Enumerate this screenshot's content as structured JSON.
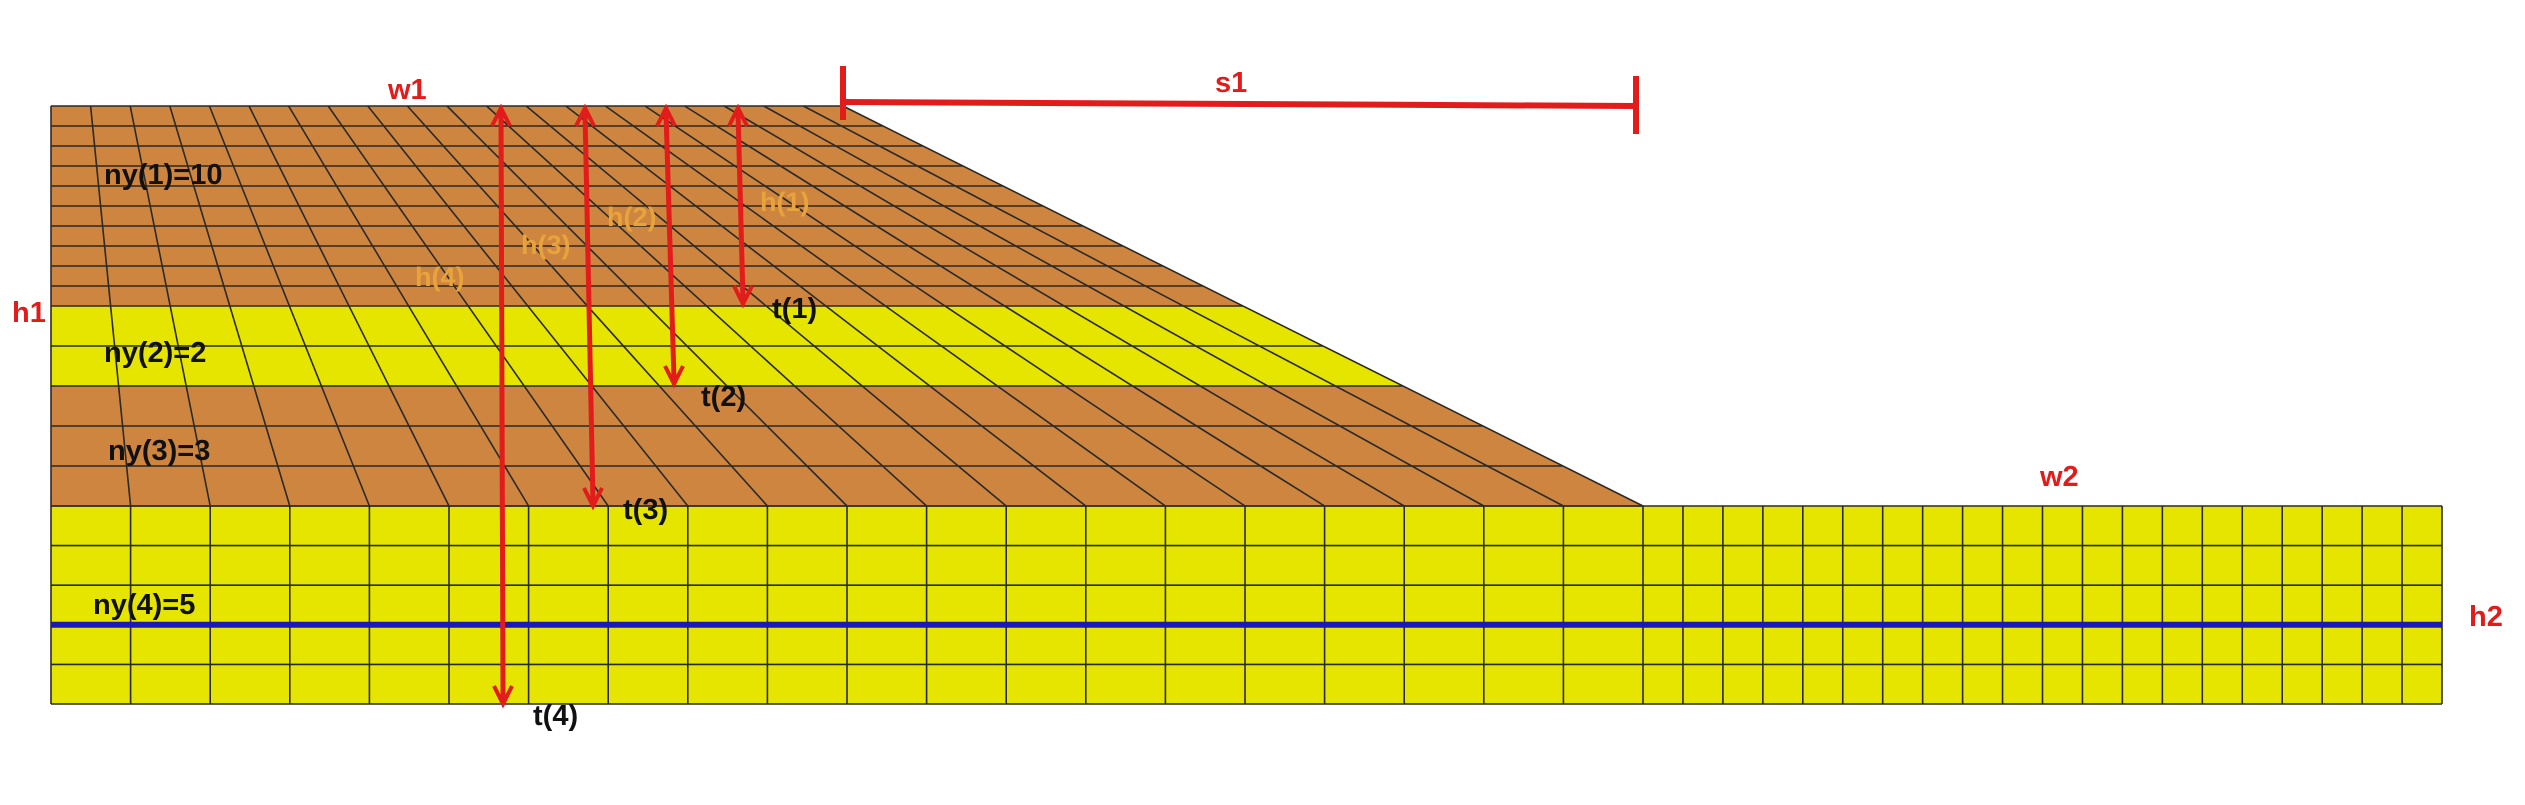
{
  "colors": {
    "brown_layer": "#cd853f",
    "yellow_layer": "#e5e500",
    "grid_line": "#2a2a2a",
    "dimension_red": "#e21b1b",
    "depth_label_orange": "#e8a33c",
    "water_table_blue": "#1a1ab8"
  },
  "labels": {
    "w1": "w1",
    "w2": "w2",
    "s1": "s1",
    "h1": "h1",
    "h2": "h2",
    "ny1": "ny(1)=10",
    "ny2": "ny(2)=2",
    "ny3": "ny(3)=3",
    "ny4": "ny(4)=5",
    "t1": "t(1)",
    "t2": "t(2)",
    "t3": "t(3)",
    "t4": "t(4)",
    "h_1": "h(1)",
    "h_2": "h(2)",
    "h_3": "h(3)",
    "h_4": "h(4)"
  },
  "layers": [
    {
      "name": "layer-1",
      "ny": 10,
      "material": "brown"
    },
    {
      "name": "layer-2",
      "ny": 2,
      "material": "yellow"
    },
    {
      "name": "layer-3",
      "ny": 3,
      "material": "brown"
    },
    {
      "name": "layer-4",
      "ny": 5,
      "material": "yellow"
    }
  ]
}
